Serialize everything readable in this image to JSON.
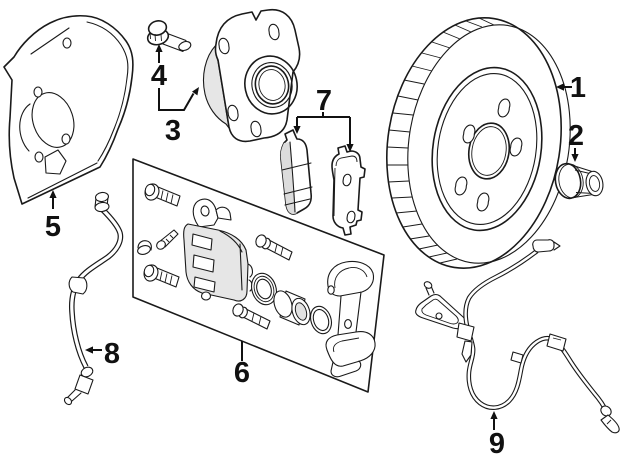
{
  "diagram": {
    "kind": "exploded-parts-diagram",
    "colors": {
      "background": "#ffffff",
      "line": "#1a1a1a",
      "shade": "#e6e6e6",
      "label": "#111111"
    },
    "callouts": [
      {
        "label": "1",
        "points_to": "brake-rotor"
      },
      {
        "label": "2",
        "points_to": "lug-nut"
      },
      {
        "label": "3",
        "points_to": "hub-bearing-assembly"
      },
      {
        "label": "4",
        "points_to": "wheel-stud"
      },
      {
        "label": "5",
        "points_to": "splash-shield"
      },
      {
        "label": "6",
        "points_to": "caliper-kit"
      },
      {
        "label": "7",
        "points_to": "brake-pads"
      },
      {
        "label": "8",
        "points_to": "brake-hose"
      },
      {
        "label": "9",
        "points_to": "abs-sensor-wire"
      }
    ]
  }
}
